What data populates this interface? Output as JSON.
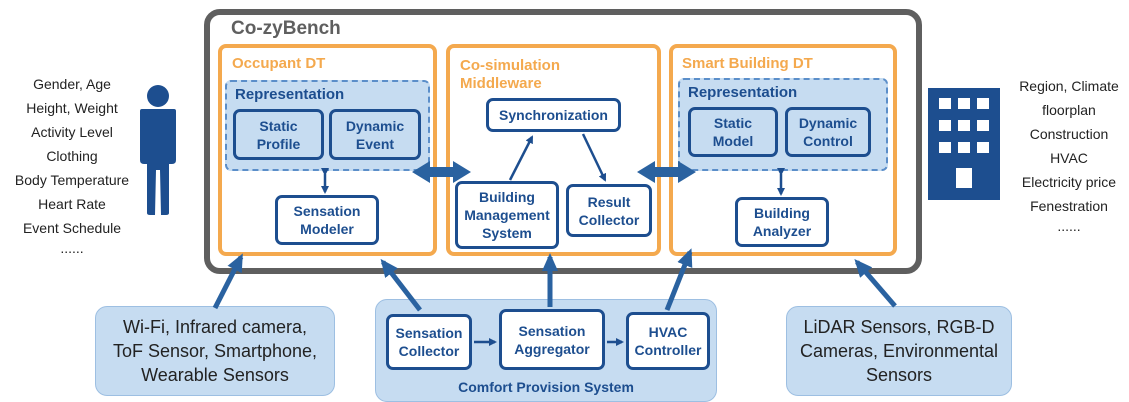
{
  "colors": {
    "outer_border": "#5f5f5f",
    "orange": "#f4a94e",
    "navy": "#1d4e8f",
    "light_blue": "#c6dcf1",
    "arrow_blue": "#2a62a0"
  },
  "outer_title": "Co-zyBench",
  "occupant": {
    "title": "Occupant DT",
    "repr_title": "Representation",
    "static_profile": "Static\nProfile",
    "dynamic_event": "Dynamic\nEvent",
    "sensation_modeler": "Sensation\nModeler"
  },
  "middleware": {
    "title": "Co-simulation\nMiddleware",
    "synchronization": "Synchronization",
    "bms": "Building\nManagement\nSystem",
    "result_collector": "Result\nCollector"
  },
  "smart_building": {
    "title": "Smart Building DT",
    "repr_title": "Representation",
    "static_model": "Static\nModel",
    "dynamic_control": "Dynamic\nControl",
    "building_analyzer": "Building\nAnalyzer"
  },
  "left_attributes": [
    "Gender, Age",
    "Height, Weight",
    "Activity Level",
    "Clothing",
    "Body Temperature",
    "Heart Rate",
    "Event Schedule",
    "......"
  ],
  "right_attributes": [
    "Region, Climate",
    "floorplan",
    "Construction",
    "HVAC",
    "Electricity price",
    "Fenestration",
    "......"
  ],
  "occupant_sensors": "Wi-Fi, Infrared camera,\nToF Sensor, Smartphone,\nWearable Sensors",
  "building_sensors": "LiDAR Sensors, RGB-D\nCameras, Environmental\nSensors",
  "comfort": {
    "title": "Comfort Provision System",
    "sensation_collector": "Sensation\nCollector",
    "sensation_aggregator": "Sensation\nAggregator",
    "hvac_controller": "HVAC\nController"
  },
  "icons": [
    "person-icon",
    "building-icon"
  ]
}
